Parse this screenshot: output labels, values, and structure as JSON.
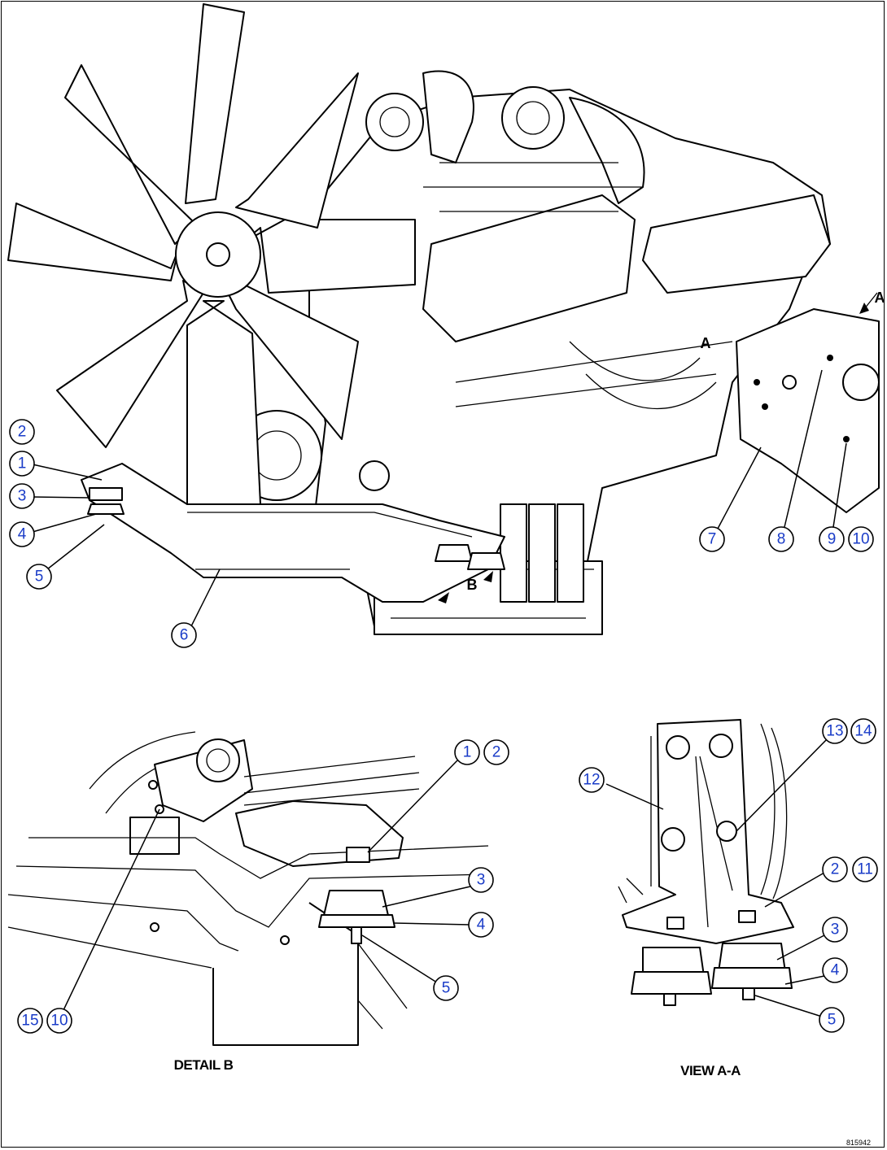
{
  "callouts": {
    "main": [
      "2",
      "1",
      "3",
      "4",
      "5",
      "6",
      "7",
      "8",
      "9",
      "10"
    ],
    "detail_b": [
      "1",
      "2",
      "3",
      "4",
      "5",
      "15",
      "10"
    ],
    "view_aa": [
      "12",
      "13",
      "14",
      "2",
      "11",
      "3",
      "4",
      "5"
    ]
  },
  "view_letters": {
    "a_top": "A",
    "a_mid": "A",
    "b": "B"
  },
  "captions": {
    "detail_b": "DETAIL B",
    "view_aa": "VIEW A-A"
  },
  "drawing_code": "815942",
  "colors": {
    "callout_text": "#1a3cc8",
    "line": "#000000",
    "background": "#ffffff"
  }
}
